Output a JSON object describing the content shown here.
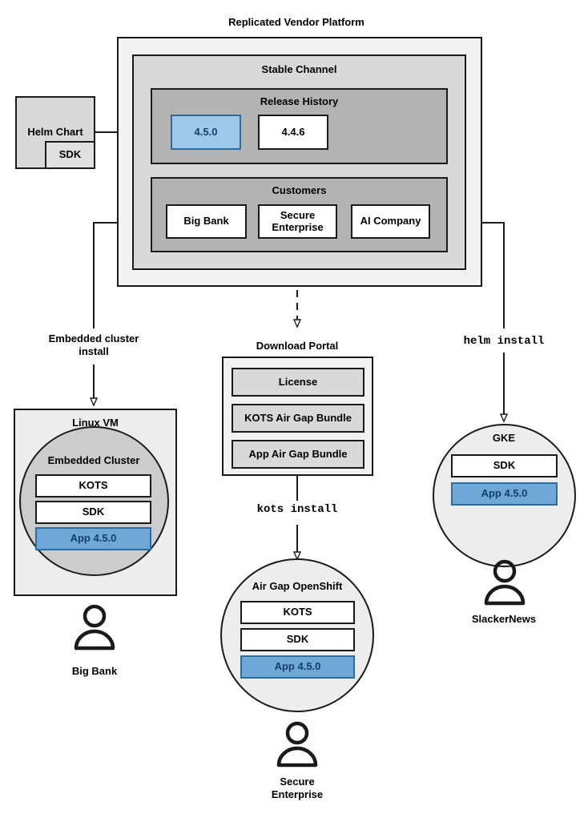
{
  "diagram": {
    "title": "Replicated Vendor Platform",
    "platform": {
      "channel_label": "Stable Channel",
      "release_history": {
        "label": "Release History",
        "releases": [
          {
            "version": "4.5.0",
            "highlighted": true
          },
          {
            "version": "4.4.6",
            "highlighted": false
          }
        ]
      },
      "customers": {
        "label": "Customers",
        "items": [
          {
            "name": "Big Bank"
          },
          {
            "name": "Secure\nEnterprise"
          },
          {
            "name": "AI Company"
          }
        ]
      }
    },
    "source": {
      "helm_chart_label": "Helm Chart",
      "sdk_label": "SDK"
    },
    "edges": {
      "embedded_cluster_install": "Embedded cluster\ninstall",
      "kots_install": "kots install",
      "helm_install": "helm install"
    },
    "targets": {
      "linux_vm": {
        "label": "Linux VM",
        "cluster_label": "Embedded Cluster",
        "components": [
          {
            "label": "KOTS",
            "style": "white"
          },
          {
            "label": "SDK",
            "style": "white"
          },
          {
            "label": "App 4.5.0",
            "style": "blue"
          }
        ],
        "actor": "Big Bank"
      },
      "download_portal": {
        "label": "Download Portal",
        "artifacts": [
          {
            "label": "License"
          },
          {
            "label": "KOTS Air Gap Bundle"
          },
          {
            "label": "App Air Gap Bundle"
          }
        ]
      },
      "airgap_openshift": {
        "label": "Air Gap OpenShift",
        "components": [
          {
            "label": "KOTS",
            "style": "white"
          },
          {
            "label": "SDK",
            "style": "white"
          },
          {
            "label": "App 4.5.0",
            "style": "blue"
          }
        ],
        "actor": "Secure\nEnterprise"
      },
      "gke": {
        "label": "GKE",
        "components": [
          {
            "label": "SDK",
            "style": "white"
          },
          {
            "label": "App 4.5.0",
            "style": "blue"
          }
        ],
        "actor": "SlackerNews"
      }
    },
    "colors": {
      "stroke": "#1a1a1a",
      "frame_outer_fill": "#f2f2f2",
      "frame_channel_fill": "#d9d9d9",
      "frame_group_fill": "#b3b3b3",
      "highlight_fill": "#9ec7e8",
      "highlight_strong_fill": "#6fa8d6",
      "highlight_stroke": "#2d6ca2",
      "highlight_text": "#13406b"
    }
  }
}
